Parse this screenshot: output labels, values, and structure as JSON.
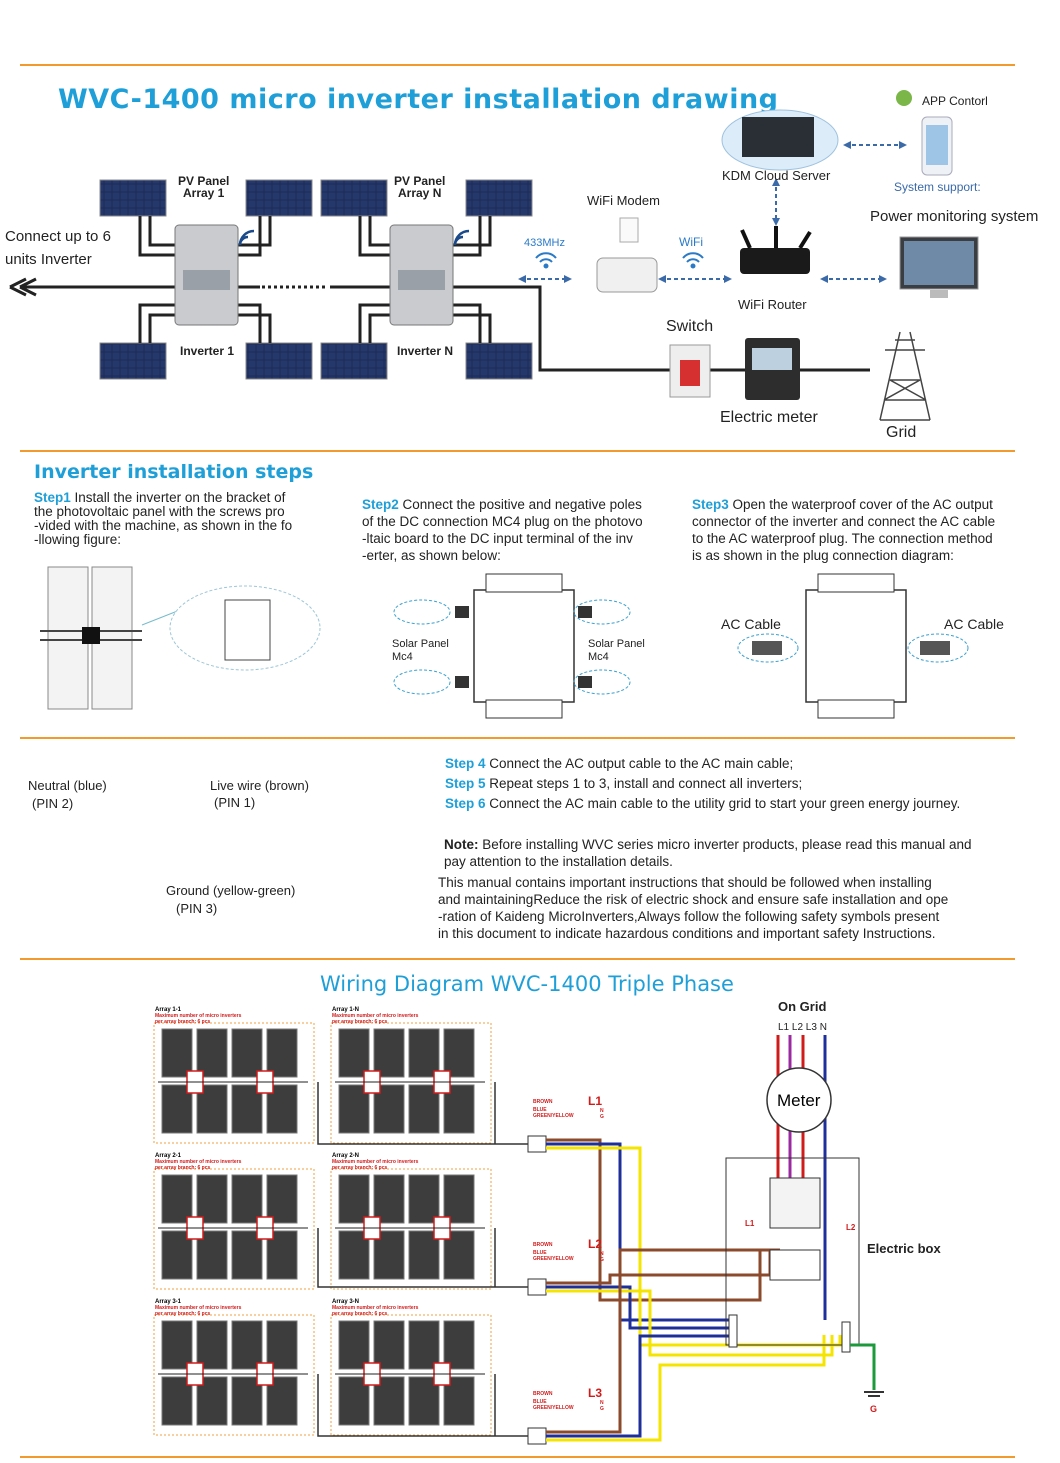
{
  "header": {
    "title": "WVC-1400 micro inverter installation drawing",
    "app_control": "APP Contorl",
    "cloud": "KDM Cloud Server",
    "system_support": "System support:",
    "power_monitoring": "Power monitoring system",
    "wifi_modem": "WiFi Modem",
    "freq": "433MHz",
    "wifi": "WiFi",
    "wifi_router": "WiFi Router",
    "connect_line1": "Connect up to 6",
    "connect_line2": "units Inverter",
    "pv_array1_l1": "PV  Panel",
    "pv_array1_l2": "Array 1",
    "pv_arrayn_l1": "PV  Panel",
    "pv_arrayn_l2": "Array N",
    "inverter1": "Inverter  1",
    "invertern": "Inverter  N",
    "switch": "Switch",
    "meter": "Electric meter",
    "grid": "Grid"
  },
  "steps_section": {
    "title": "Inverter installation steps",
    "step1_key": "Step1",
    "step1_text_1": " Install the inverter on the bracket of",
    "step1_text_2": "the photovoltaic panel with the screws pro",
    "step1_text_3": "-vided with the machine, as shown in the fo",
    "step1_text_4": "-llowing figure:",
    "step2_key": "Step2",
    "step2_text_1": " Connect the positive and negative poles",
    "step2_text_2": "of the DC connection MC4 plug on the photovo",
    "step2_text_3": "-ltaic board to the DC input terminal of the inv",
    "step2_text_4": "-erter, as shown below:",
    "step3_key": "Step3",
    "step3_text_1": " Open the waterproof cover of the AC output",
    "step3_text_2": "connector of the inverter and connect the AC cable",
    "step3_text_3": "to the AC waterproof plug. The connection method",
    "step3_text_4": "is as shown in the plug connection diagram:",
    "solar_panel": "Solar Panel",
    "mc4": "Mc4",
    "ac_cable": "AC Cable"
  },
  "plug_section": {
    "neutral": "Neutral (blue)",
    "pin2": "(PIN 2)",
    "live": "Live wire (brown)",
    "pin1": "(PIN 1)",
    "ground": "Ground (yellow-green)",
    "pin3": "(PIN 3)",
    "step4_key": "Step 4",
    "step4_text": " Connect the AC output cable to the AC main cable;",
    "step5_key": "Step 5",
    "step5_text": " Repeat steps 1 to 3, install and connect all inverters;",
    "step6_key": "Step 6",
    "step6_text": " Connect the AC main cable to the utility grid to start your green energy journey.",
    "note_key": "Note:",
    "note_text_1": " Before installing WVC series micro inverter products, please read this manual and",
    "note_text_2": "pay attention to the installation details.",
    "manual_1": "This manual contains important instructions that should be followed when installing",
    "manual_2": "and maintainingReduce the risk of electric shock and ensure safe installation and ope",
    "manual_3": "-ration of Kaideng MicroInverters,Always follow the following safety symbols present",
    "manual_4": "in this document to indicate hazardous conditions and important safety Instructions."
  },
  "wiring": {
    "title": "Wiring Diagram WVC-1400 Triple Phase",
    "on_grid": "On Grid",
    "phases": "L1 L2 L3 N",
    "meter": "Meter",
    "electric_box": "Electric box",
    "max_text": "Maximum number of micro inverters",
    "per_branch": "per array branch: 6 pcs",
    "arrays": [
      {
        "left": "Array 1-1",
        "right": "Array 1-N",
        "phase": "L1"
      },
      {
        "left": "Array 2-1",
        "right": "Array 2-N",
        "phase": "L2"
      },
      {
        "left": "Array 3-1",
        "right": "Array 3-N",
        "phase": "L3"
      }
    ],
    "brown": "BROWN",
    "blue": "BLUE",
    "greenyellow": "GREEN/YELLOW",
    "n": "N",
    "g": "G",
    "box_l1": "L1",
    "box_l2": "L2",
    "ground_g": "G",
    "colors": {
      "brown": "#8b4a2b",
      "blue": "#1f2f9a",
      "yellow": "#f5e400",
      "green": "#1a9a3a",
      "red": "#d11b1b",
      "purple": "#9b2aa0"
    }
  }
}
